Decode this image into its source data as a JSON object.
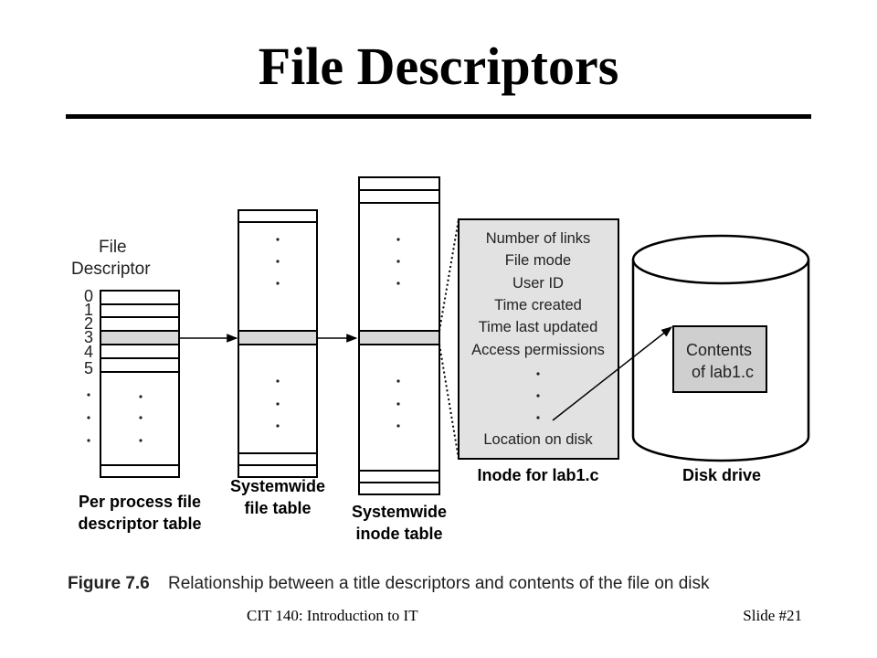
{
  "slide": {
    "title": "File Descriptors",
    "footer_left": "CIT 140: Introduction to IT",
    "footer_right": "Slide #21"
  },
  "figure": {
    "fd_header_line1": "File",
    "fd_header_line2": "Descriptor",
    "fd_indices": [
      "0",
      "1",
      "2",
      "3",
      "4",
      "5"
    ],
    "per_process_caption_line1": "Per process file",
    "per_process_caption_line2": "descriptor table",
    "file_table_caption_line1": "Systemwide",
    "file_table_caption_line2": "file table",
    "inode_table_caption_line1": "Systemwide",
    "inode_table_caption_line2": "inode table",
    "inode_fields": [
      "Number of links",
      "File mode",
      "User ID",
      "Time created",
      "Time last updated",
      "Access permissions"
    ],
    "inode_last_field": "Location on disk",
    "inode_caption": "Inode for lab1.c",
    "disk_contents_line1": "Contents",
    "disk_contents_line2": "of lab1.c",
    "disk_caption": "Disk drive",
    "caption_label": "Figure 7.6",
    "caption_text": "Relationship between a title descriptors and contents of the file on disk"
  },
  "colors": {
    "highlight": "#d8d8d8",
    "inode_fill": "#e2e2e2",
    "contents_fill": "#cfcfcf"
  }
}
